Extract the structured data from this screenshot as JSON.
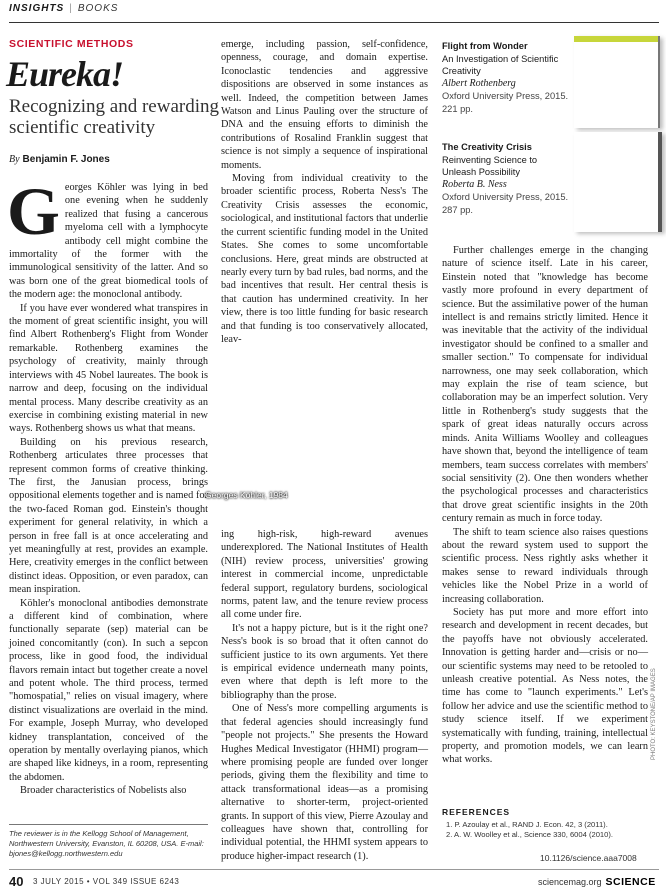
{
  "header": {
    "section_bold": "INSIGHTS",
    "section": "BOOKS"
  },
  "kicker": "SCIENTIFIC METHODS",
  "title": "Eureka!",
  "subtitle": "Recognizing and rewarding scientific creativity",
  "byline": {
    "by": "By",
    "author": "Benjamin F. Jones"
  },
  "col1": {
    "dropcap": "G",
    "p1": "eorges Köhler was lying in bed one evening when he suddenly realized that fusing a cancerous myeloma cell with a lymphocyte antibody cell might combine the immortality of the former with the immunological sensitivity of the latter. And so was born one of the great biomedical tools of the modern age: the monoclonal antibody.",
    "p2": "If you have ever wondered what transpires in the moment of great scientific insight, you will find Albert Rothenberg's Flight from Wonder remarkable. Rothenberg examines the psychology of creativity, mainly through interviews with 45 Nobel laureates. The book is narrow and deep, focusing on the individual mental process. Many describe creativity as an exercise in combining existing material in new ways. Rothenberg shows us what that means.",
    "p3": "Building on his previous research, Rothenberg articulates three processes that represent common forms of creative thinking. The first, the Janusian process, brings oppositional elements together and is named for the two-faced Roman god. Einstein's thought experiment for general relativity, in which a person in free fall is at once accelerating and yet meaningfully at rest, provides an example. Here, creativity emerges in the conflict between distinct ideas. Opposition, or even paradox, can mean inspiration.",
    "p4": "Köhler's monoclonal antibodies demonstrate a different kind of combination, where functionally separate (sep) material can be joined concomitantly (con). In such a sepcon process, like in good food, the individual flavors remain intact but together create a novel and potent whole. The third process, termed \"homospatial,\" relies on visual imagery, where distinct visualizations are overlaid in the mind. For example, Joseph Murray, who developed kidney transplantation, conceived of the operation by mentally overlaying pianos, which are shaped like kidneys, in a room, representing the abdomen.",
    "p5": "Broader characteristics of Nobelists also"
  },
  "photo_caption": "Georges Köhler, 1984",
  "col2": {
    "p1": "emerge, including passion, self-confidence, openness, courage, and domain expertise. Iconoclastic tendencies and aggressive dispositions are observed in some instances as well. Indeed, the competition between James Watson and Linus Pauling over the structure of DNA and the ensuing efforts to diminish the contributions of Rosalind Franklin suggest that science is not simply a sequence of inspirational moments.",
    "p2": "Moving from individual creativity to the broader scientific process, Roberta Ness's The Creativity Crisis assesses the economic, sociological, and institutional factors that underlie the current scientific funding model in the United States. She comes to some uncomfortable conclusions. Here, great minds are obstructed at nearly every turn by bad rules, bad norms, and the bad incentives that result. Her central thesis is that caution has undermined creativity. In her view, there is too little funding for basic research and that funding is too conservatively allocated, leav-"
  },
  "col2b": {
    "p1": "ing high-risk, high-reward avenues underexplored. The National Institutes of Health (NIH) review process, universities' growing interest in commercial income, unpredictable federal support, regulatory burdens, sociological norms, patent law, and the tenure review process all come under fire.",
    "p2": "It's not a happy picture, but is it the right one? Ness's book is so broad that it often cannot do sufficient justice to its own arguments. Yet there is empirical evidence underneath many points, even where that depth is left more to the bibliography than the prose.",
    "p3": "One of Ness's more compelling arguments is that federal agencies should increasingly fund \"people not projects.\" She presents the Howard Hughes Medical Investigator (HHMI) program—where promising people are funded over longer periods, giving them the flexibility and time to attack transformational ideas—as a promising alternative to shorter-term, project-oriented grants. In support of this view, Pierre Azoulay and colleagues have shown that, controlling for individual potential, the HHMI system appears to produce higher-impact research (1)."
  },
  "books": [
    {
      "title": "Flight from Wonder",
      "subtitle": "An Investigation of Scientific Creativity",
      "author": "Albert Rothenberg",
      "pub": "Oxford University Press, 2015. 221 pp."
    },
    {
      "title": "The Creativity Crisis",
      "subtitle": "Reinventing Science to Unleash Possibility",
      "author": "Roberta B. Ness",
      "pub": "Oxford University Press, 2015. 287 pp."
    }
  ],
  "col3": {
    "p1": "Further challenges emerge in the changing nature of science itself. Late in his career, Einstein noted that \"knowledge has become vastly more profound in every department of science. But the assimilative power of the human intellect is and remains strictly limited. Hence it was inevitable that the activity of the individual investigator should be confined to a smaller and smaller section.\" To compensate for individual narrowness, one may seek collaboration, which may explain the rise of team science, but collaboration may be an imperfect solution. Very little in Rothenberg's study suggests that the spark of great ideas naturally occurs across minds. Anita Williams Woolley and colleagues have shown that, beyond the intelligence of team members, team success correlates with members' social sensitivity (2). One then wonders whether the psychological processes and characteristics that drove great scientific insights in the 20th century remain as much in force today.",
    "p2": "The shift to team science also raises questions about the reward system used to support the scientific process. Ness rightly asks whether it makes sense to reward individuals through vehicles like the Nobel Prize in a world of increasing collaboration.",
    "p3": "Society has put more and more effort into research and development in recent decades, but the payoffs have not obviously accelerated. Innovation is getting harder and—crisis or no—our scientific systems may need to be retooled to unleash creative potential. As Ness notes, the time has come to \"launch experiments.\" Let's follow her advice and use the scientific method to study science itself. If we experiment systematically with funding, training, intellectual property, and promotion models, we can learn what works."
  },
  "references": {
    "heading": "REFERENCES",
    "items": [
      "1.  P. Azoulay et al., RAND J. Econ. 42, 3 (2011).",
      "2.  A. W. Woolley et al., Science 330, 6004 (2010)."
    ]
  },
  "doi": "10.1126/science.aaa7008",
  "reviewer": "The reviewer is in the Kellogg School of Management, Northwestern University, Evanston, IL 60208, USA. E-mail: bjones@kellogg.northwestern.edu",
  "credit": "PHOTO: KEYSTONE/AP IMAGES",
  "footer": {
    "page": "40",
    "issue": "3 JULY 2015 • VOL 349 ISSUE 6243",
    "site": "sciencemag.org",
    "brand": "SCIENCE"
  }
}
